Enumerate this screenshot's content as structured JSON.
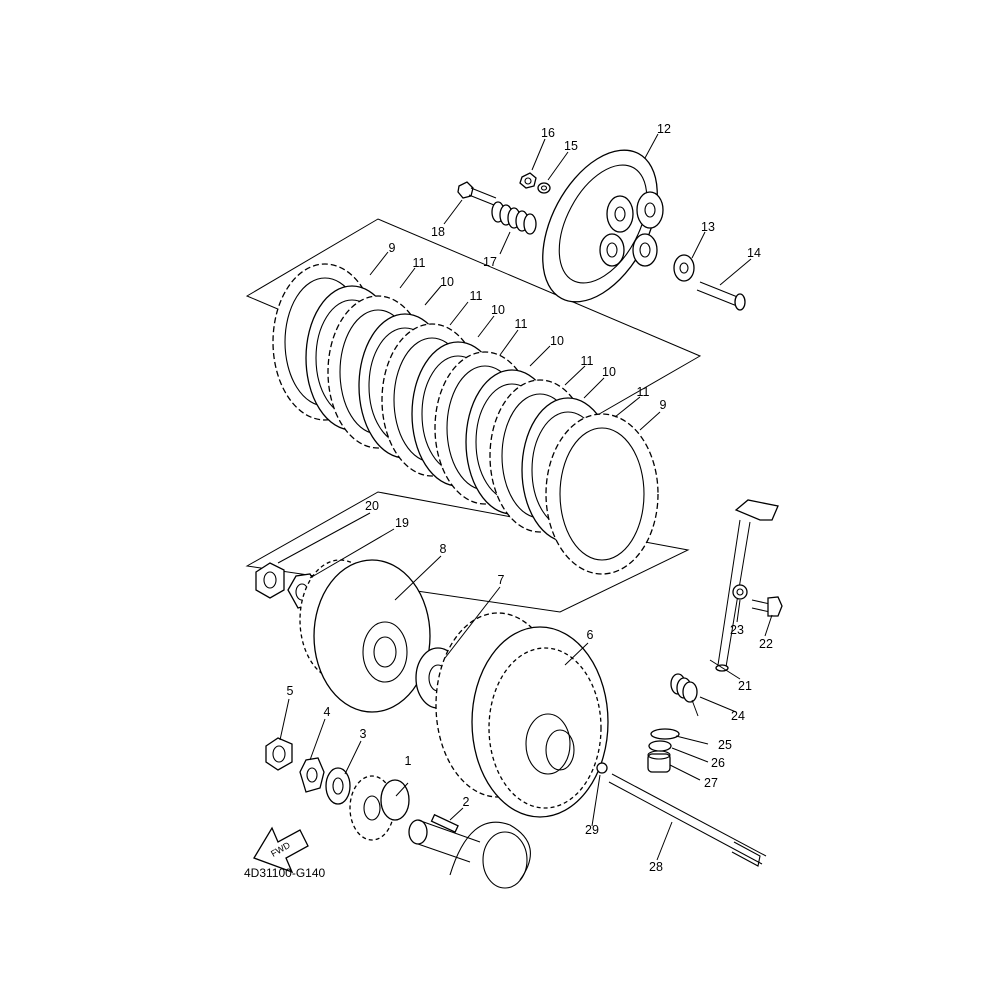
{
  "diagram": {
    "code": "4D31100-G140",
    "fwd_label": "FWD",
    "callouts": [
      "1",
      "2",
      "3",
      "4",
      "5",
      "6",
      "7",
      "8",
      "9",
      "10",
      "11",
      "12",
      "13",
      "14",
      "15",
      "16",
      "17",
      "18",
      "19",
      "20",
      "21",
      "22",
      "23",
      "24",
      "25",
      "26",
      "27",
      "28",
      "29"
    ]
  }
}
